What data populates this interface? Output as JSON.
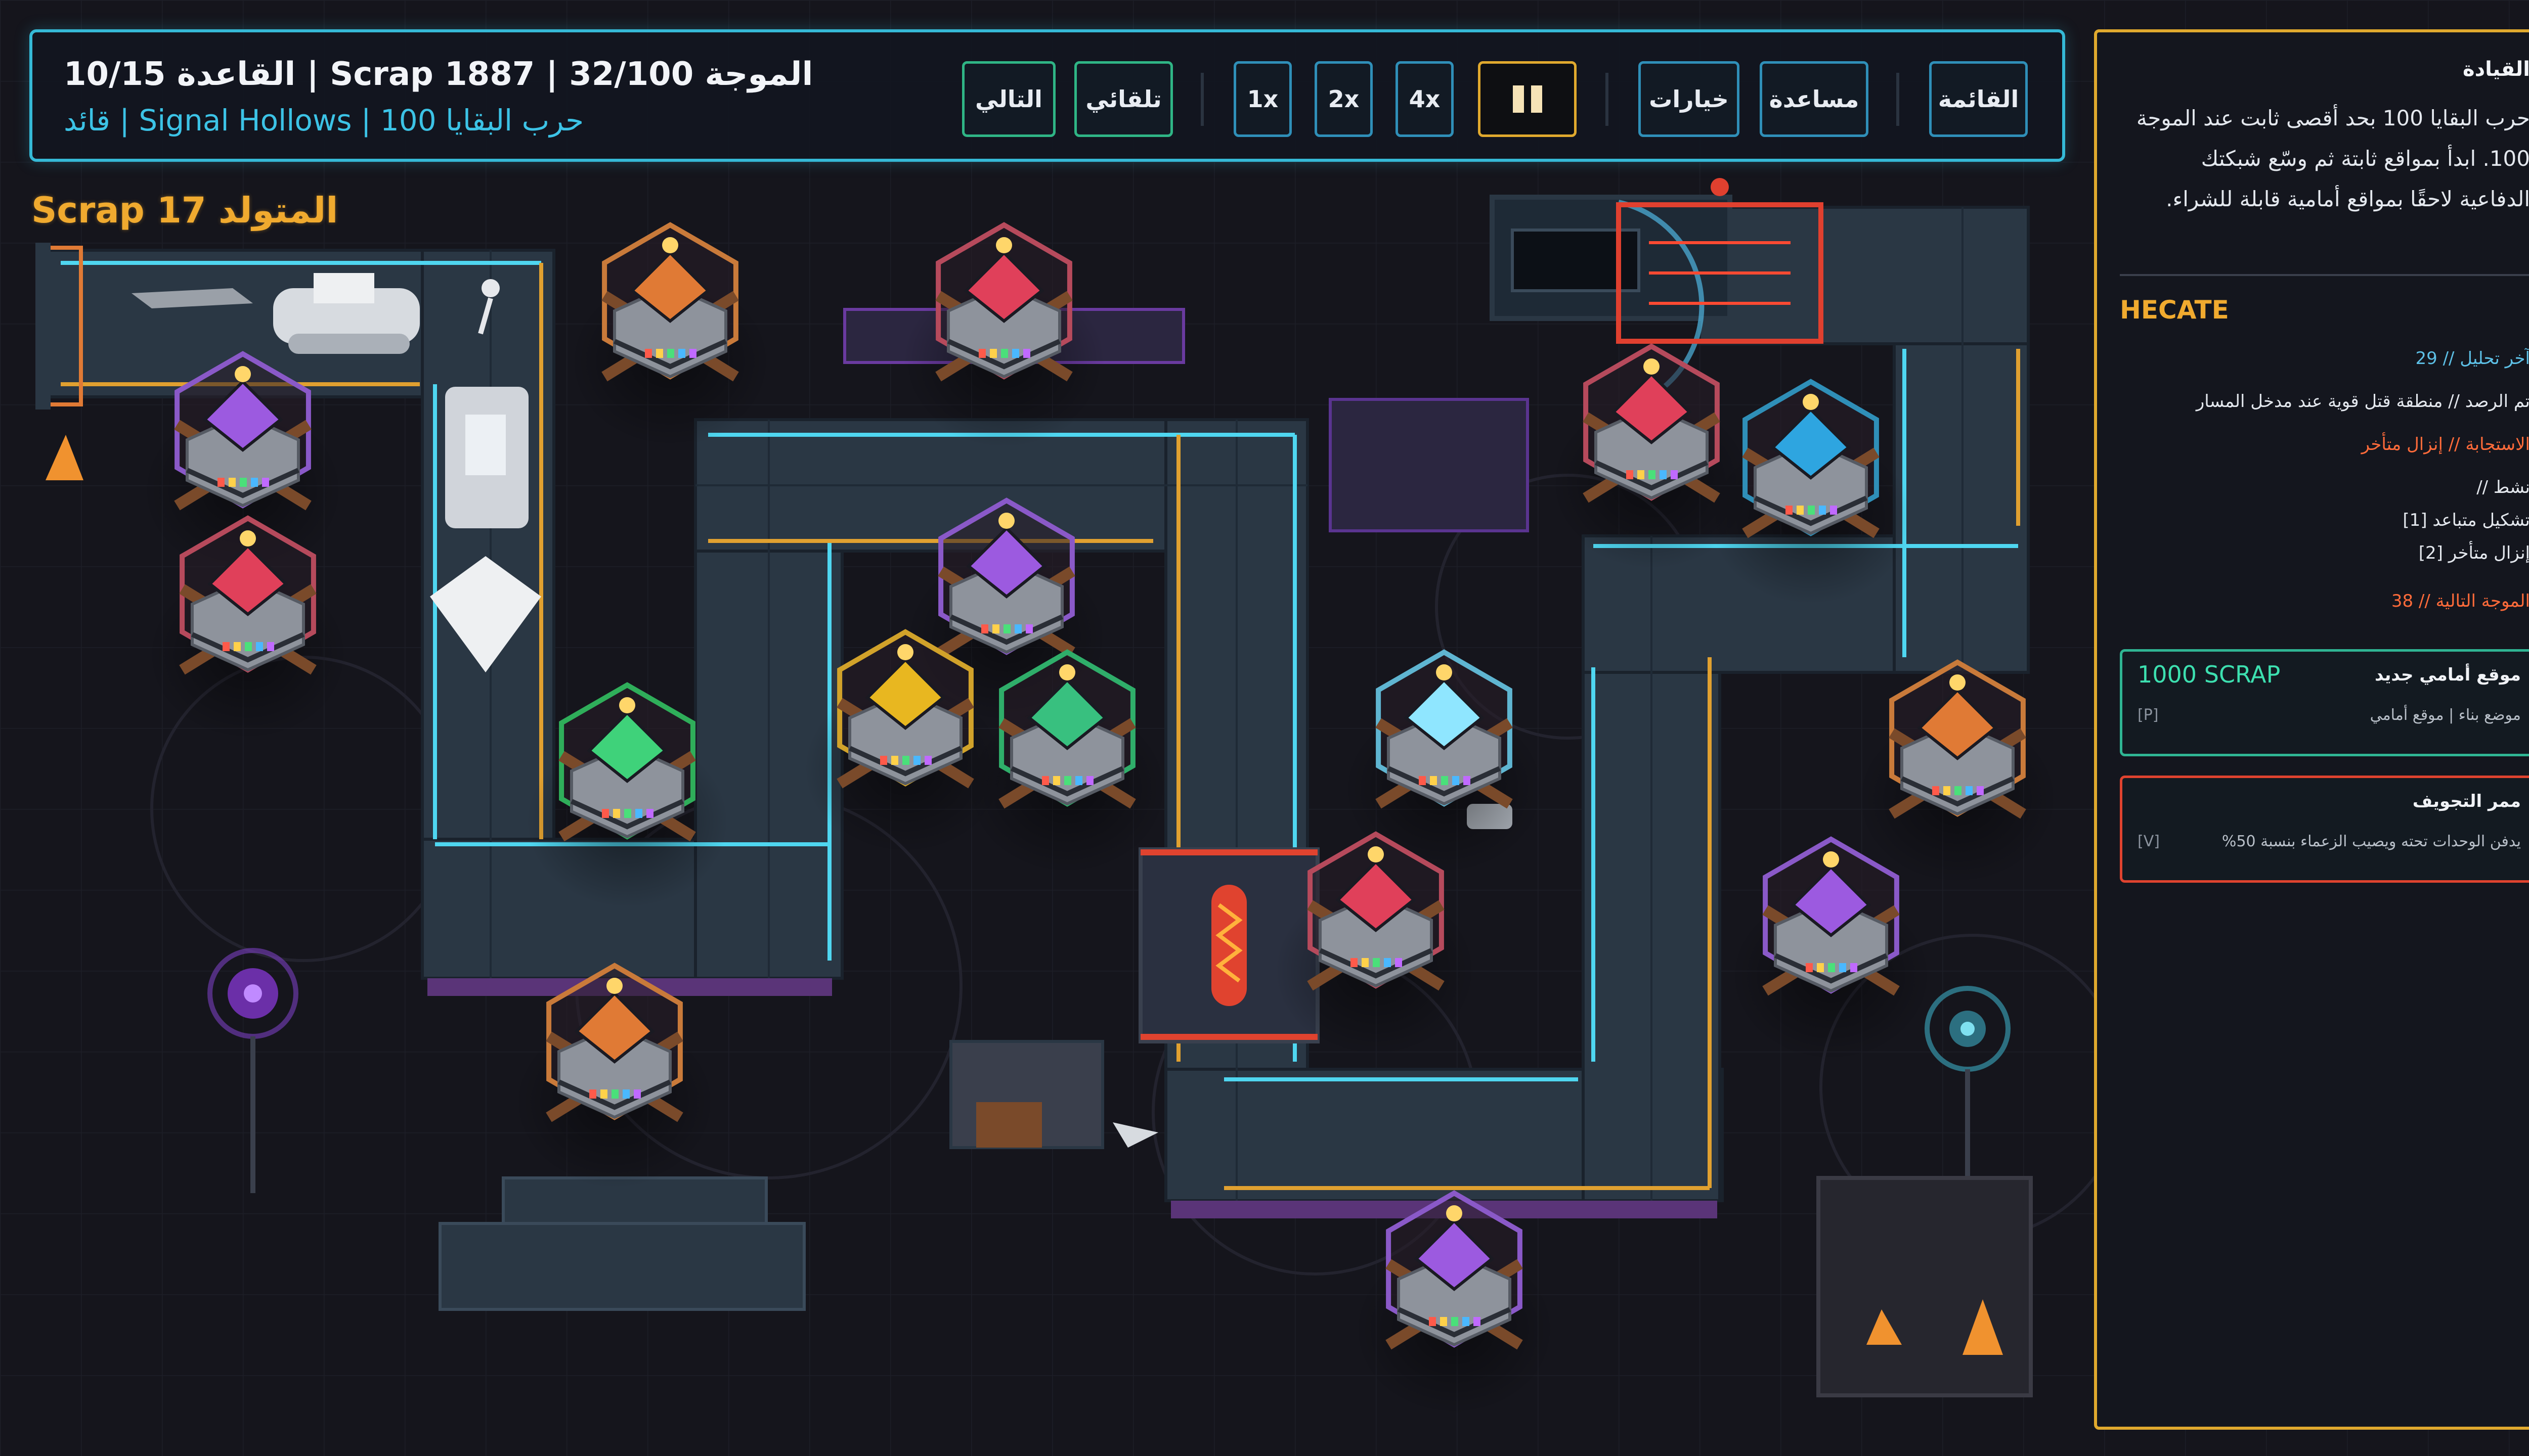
{
  "hud": {
    "wave_label": "الموجة 32/100",
    "scrap_label": "Scrap 1887",
    "base_label": "القاعدة 10/15",
    "separator": "|",
    "mode_label": "حرب البقايا 100",
    "map_name": "Signal Hollows",
    "rank_label": "قائد",
    "buttons": {
      "next": "التالي",
      "auto": "تلقائي",
      "speed_1x": "1x",
      "speed_2x": "2x",
      "speed_4x": "4x",
      "options": "خيارات",
      "help": "مساعدة",
      "menu": "القائمة"
    }
  },
  "generator_label": "المتولد 17 Scrap",
  "sidebar": {
    "command_title": "القيادة",
    "command_text": "حرب البقايا 100 بحد أقصى ثابت عند الموجة 100. ابدأ بمواقع ثابتة ثم وسّع شبكتك الدفاعية لاحقًا بمواقع أمامية قابلة للشراء.",
    "enemy_name": "HECATE",
    "last_analysis": "آخر تحليل // 29",
    "observation": "تم الرصد // منطقة قتل قوية عند مدخل المسار",
    "response": "الاستجابة // إنزال متأخر",
    "active_label": "نشط //",
    "active_1": "تشكيل متباعد [1]",
    "active_2": "إنزال متأخر [2]",
    "next_wave": "الموجة التالية // 38",
    "cards": [
      {
        "title": "موقع أمامي جديد",
        "cost": "1000 SCRAP",
        "desc": "موضع بناء | موقع أمامي",
        "key": "[P]"
      },
      {
        "title": "ممر التجويف",
        "cost": "",
        "desc": "يدفن الوحدات تحته ويصيب الزعماء بنسبة 50%",
        "key": "[V]"
      }
    ]
  },
  "colors": {
    "hud_border": "#35b9d6",
    "sidebar_border": "#e0a92e",
    "accent_orange": "#f0aa2f",
    "path_cyan": "#4fd6f0",
    "path_gold": "#e0a030",
    "tile_dark": "#2a3744"
  },
  "map": {
    "towers": [
      {
        "kind": "orange",
        "color": "#e07a35",
        "rim": "#c97a3a"
      },
      {
        "kind": "red",
        "color": "#e0405a",
        "rim": "#b64a5c"
      },
      {
        "kind": "purple",
        "color": "#9c5ae0",
        "rim": "#8a59c8"
      },
      {
        "kind": "red",
        "color": "#e0405a",
        "rim": "#b64a5c"
      },
      {
        "kind": "purple",
        "color": "#9c5ae0",
        "rim": "#8a59c8"
      },
      {
        "kind": "gold",
        "color": "#e8b720",
        "rim": "#d1a22a"
      },
      {
        "kind": "green",
        "color": "#3fd27a",
        "rim": "#2fae5a"
      },
      {
        "kind": "green",
        "color": "#38c07f",
        "rim": "#2fae6a"
      },
      {
        "kind": "ice",
        "color": "#8fe6ff",
        "rim": "#5fb5d1"
      },
      {
        "kind": "red",
        "color": "#e0405a",
        "rim": "#b64a5c"
      },
      {
        "kind": "blue",
        "color": "#2ea5e0",
        "rim": "#2f8fb8"
      },
      {
        "kind": "orange",
        "color": "#e07a35",
        "rim": "#c97a3a"
      },
      {
        "kind": "purple",
        "color": "#9c5ae0",
        "rim": "#8a59c8"
      },
      {
        "kind": "orange",
        "color": "#e07a35",
        "rim": "#c97a3a"
      },
      {
        "kind": "red",
        "color": "#e0405a",
        "rim": "#b64a5c"
      },
      {
        "kind": "purple",
        "color": "#9c5ae0",
        "rim": "#8a59c8"
      }
    ]
  }
}
